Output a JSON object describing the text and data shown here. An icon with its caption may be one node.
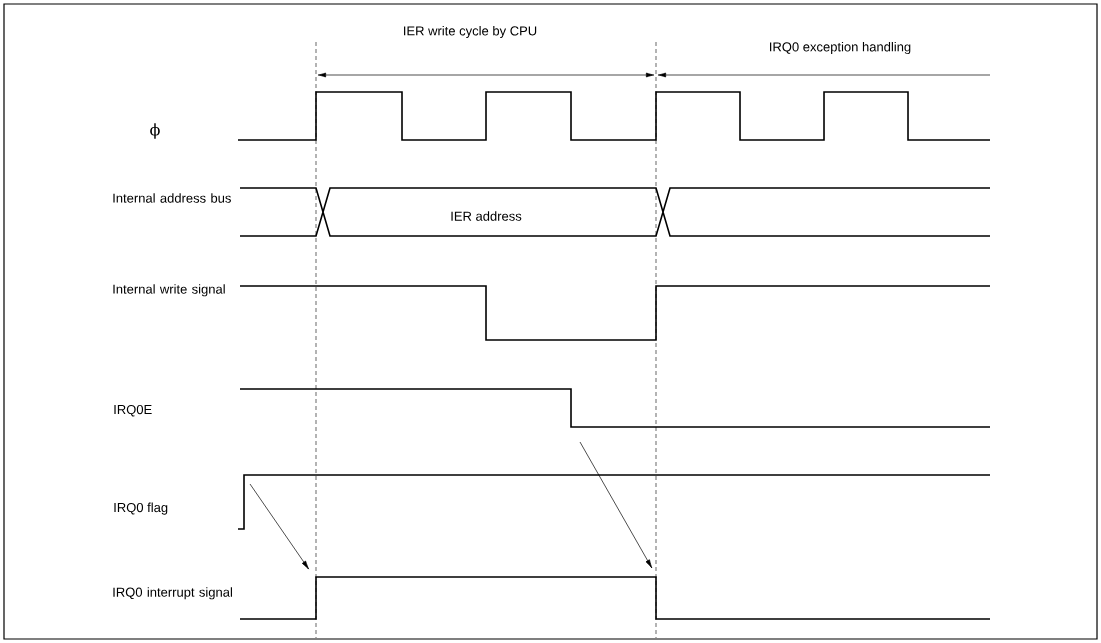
{
  "diagram": {
    "labels": [
      "IER write cycle by CPU",
      "IRQ0 exception handling",
      "ϕ",
      "Internal address bus",
      "IER address",
      "Internal write signal",
      "IRQ0E",
      "IRQ0 flag",
      "IRQ0 interrupt signal"
    ]
  }
}
